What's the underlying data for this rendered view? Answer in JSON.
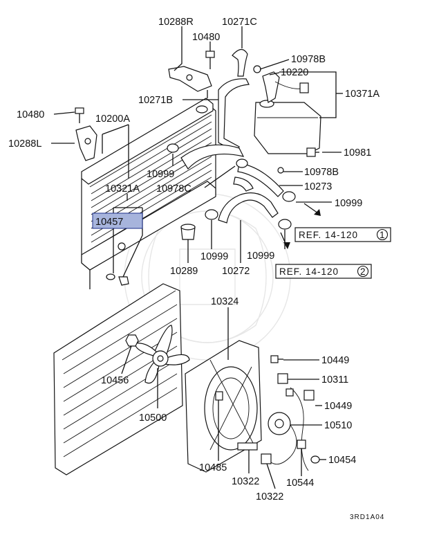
{
  "labels": {
    "p10288R": "10288R",
    "p10271C": "10271C",
    "p10480_top": "10480",
    "p10978B_top": "10978B",
    "p10220": "10220",
    "p10371A": "10371A",
    "p10271B": "10271B",
    "p10480_left": "10480",
    "p10200A": "10200A",
    "p10288L": "10288L",
    "p10981": "10981",
    "p10999_a": "10999",
    "p10978B_mid": "10978B",
    "p10321A": "10321A",
    "p10978C": "10978C",
    "p10273": "10273",
    "p10999_b": "10999",
    "p10457": "10457",
    "p10999_c": "10999",
    "p10999_d": "10999",
    "p10289": "10289",
    "p10272": "10272",
    "p10324": "10324",
    "p10449_a": "10449",
    "p10456": "10456",
    "p10311": "10311",
    "p10449_b": "10449",
    "p10500": "10500",
    "p10510": "10510",
    "p10454": "10454",
    "p10485": "10485",
    "p10322_a": "10322",
    "p10544": "10544",
    "p10322_b": "10322"
  },
  "refs": {
    "ref1_text": "REF. 14-120",
    "ref1_num": "1",
    "ref2_text": "REF. 14-120",
    "ref2_num": "2"
  },
  "diagram_code": "3RD1A04",
  "colors": {
    "highlight_fill": "#a7b4dc",
    "highlight_border": "#1b2e8a",
    "line": "#111111"
  }
}
